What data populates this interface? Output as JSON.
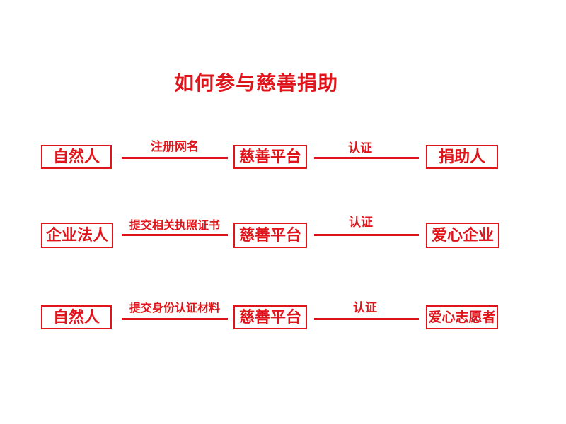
{
  "title": "如何参与慈善捐助",
  "rows": [
    {
      "source": "自然人",
      "step1": "注册网名",
      "platform": "慈善平台",
      "step2": "认证",
      "target": "捐助人"
    },
    {
      "source": "企业法人",
      "step1": "提交相关执照证书",
      "platform": "慈善平台",
      "step2": "认证",
      "target": "爱心企业"
    },
    {
      "source": "自然人",
      "step1": "提交身份认证材料",
      "platform": "慈善平台",
      "step2": "认证",
      "target": "爱心志愿者"
    }
  ],
  "colors": {
    "accent": "#e0141b",
    "background": "#ffffff"
  }
}
